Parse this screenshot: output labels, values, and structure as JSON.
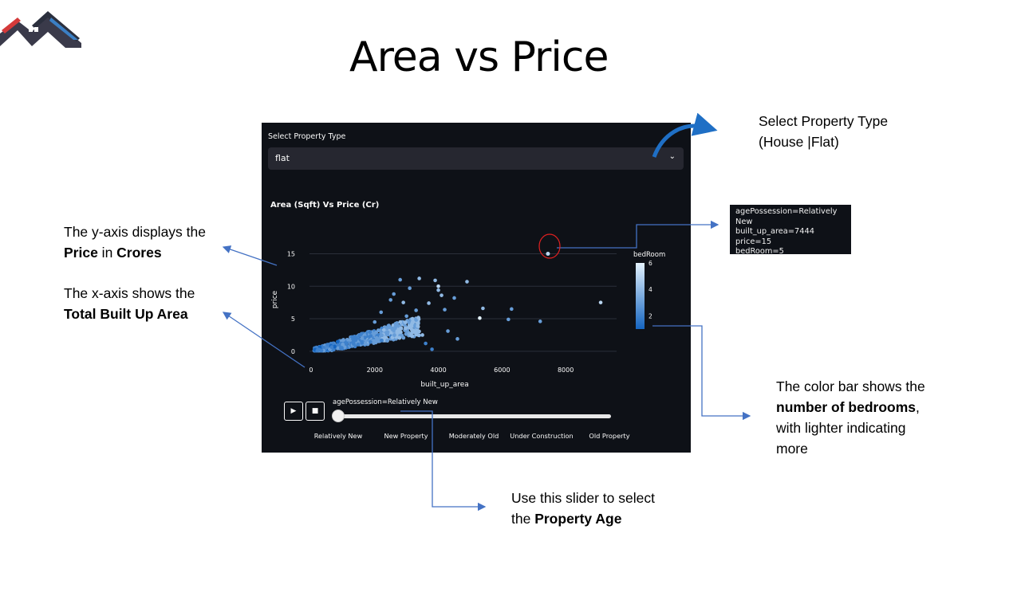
{
  "page": {
    "title": "Area vs Price"
  },
  "logo": {
    "icon": "house-roof-logo-icon"
  },
  "app": {
    "select_label": "Select Property Type",
    "select_value": "flat",
    "select_icon": "chevron-down-icon",
    "chart_title": "Area (Sqft) Vs Price (Cr)",
    "slider": {
      "label": "agePossession=Relatively New",
      "play_icon": "▶",
      "stop_icon": "■",
      "value": "Relatively New",
      "ticks": [
        "Relatively New",
        "New Property",
        "Moderately Old",
        "Under Construction",
        "Old Property"
      ]
    }
  },
  "chart_data": {
    "type": "scatter",
    "title": "Area (Sqft) Vs Price (Cr)",
    "xlabel": "built_up_area",
    "ylabel": "price",
    "xlim": [
      -350,
      9600
    ],
    "ylim": [
      -1,
      18
    ],
    "xticks": [
      0,
      2000,
      4000,
      6000,
      8000
    ],
    "yticks": [
      0,
      5,
      10,
      15
    ],
    "grid": true,
    "colorbar": {
      "title": "bedRoom",
      "ticks": [
        2,
        4,
        6
      ],
      "range": [
        1,
        6
      ],
      "colors": [
        "#1565c0",
        "#e3f2fd"
      ]
    },
    "highlight": {
      "x": 7444,
      "y": 15,
      "bedRoom": 5
    },
    "points": [
      [
        2800,
        11,
        3
      ],
      [
        3400,
        11.2,
        4
      ],
      [
        3900,
        10.9,
        4
      ],
      [
        4900,
        10.7,
        4
      ],
      [
        4000,
        10,
        5
      ],
      [
        4000,
        9.4,
        4
      ],
      [
        3100,
        9.7,
        3
      ],
      [
        2600,
        8.8,
        3
      ],
      [
        4100,
        8.6,
        4
      ],
      [
        4500,
        8.2,
        3
      ],
      [
        2500,
        7.9,
        3
      ],
      [
        2900,
        7.5,
        4
      ],
      [
        3700,
        7.4,
        4
      ],
      [
        4200,
        6.4,
        3
      ],
      [
        5400,
        6.6,
        4
      ],
      [
        6300,
        6.5,
        3
      ],
      [
        3300,
        6.3,
        3
      ],
      [
        2200,
        6,
        3
      ],
      [
        5300,
        5.1,
        6
      ],
      [
        6200,
        4.9,
        3
      ],
      [
        7200,
        4.6,
        3
      ],
      [
        9100,
        7.5,
        5
      ],
      [
        4300,
        3.1,
        3
      ],
      [
        4600,
        1.9,
        3
      ],
      [
        3500,
        2.5,
        4
      ],
      [
        3000,
        5.4,
        3
      ],
      [
        2000,
        4.5,
        3
      ],
      [
        3600,
        1.2,
        2
      ],
      [
        3800,
        0.3,
        2
      ]
    ],
    "cluster": {
      "x_range": [
        100,
        3400
      ],
      "y_range": [
        0,
        6
      ],
      "bedRoom_range": [
        1,
        4
      ]
    }
  },
  "tooltip": {
    "lines": [
      "agePossession=Relatively New",
      "built_up_area=7444",
      "price=15",
      "bedRoom=5"
    ]
  },
  "notes": {
    "right_top": {
      "line1": "Select Property Type",
      "line2": "(House |Flat)"
    },
    "yaxis": {
      "prefix": "The y-axis displays the",
      "bold1": "Price",
      "mid": " in ",
      "bold2": "Crores"
    },
    "xaxis": {
      "prefix": "The x-axis shows the",
      "bold": "Total Built Up Area"
    },
    "colorbar": {
      "l1": "The color bar shows the",
      "bold": "number of bedrooms",
      "comma": ",",
      "l3": "with lighter indicating",
      "l4": "more"
    },
    "slider": {
      "l1": "Use this slider to select",
      "the": "the ",
      "bold": "Property Age"
    }
  },
  "colors": {
    "arrow": "#4472c4",
    "curved_arrow": "#1f6fc5",
    "highlight_circle": "#e02020",
    "app_bg": "#0e1117"
  }
}
